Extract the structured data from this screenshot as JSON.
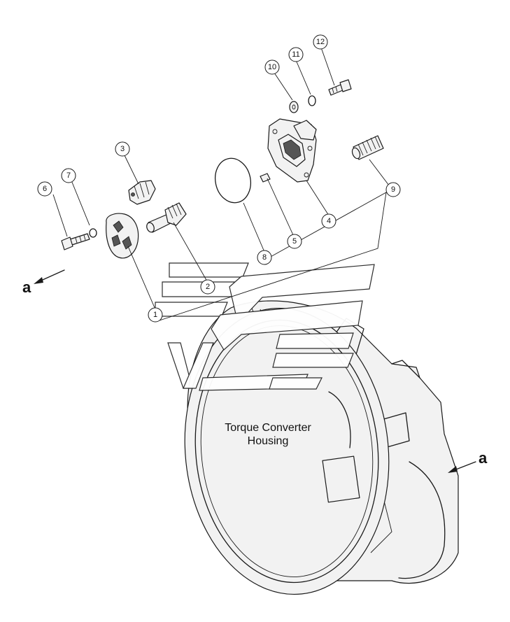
{
  "housing_label": [
    "Torque Converter",
    "Housing"
  ],
  "view_marker": "a",
  "callouts": [
    "1",
    "2",
    "3",
    "4",
    "5",
    "6",
    "7",
    "8",
    "9",
    "10",
    "11",
    "12"
  ]
}
